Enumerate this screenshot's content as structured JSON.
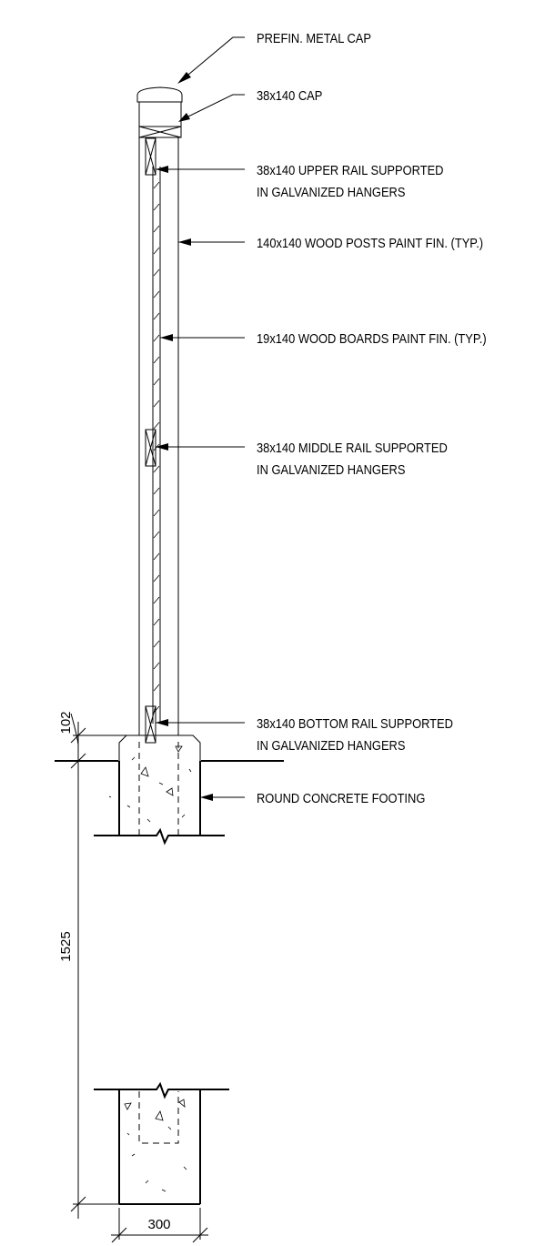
{
  "title": "",
  "callouts": {
    "metal_cap": "PREFIN. METAL CAP",
    "wood_cap": "38x140 CAP",
    "upper_rail_1": "38x140 UPPER RAIL SUPPORTED",
    "upper_rail_2": "IN GALVANIZED HANGERS",
    "posts": "140x140 WOOD POSTS PAINT FIN. (TYP.)",
    "boards": "19x140 WOOD BOARDS PAINT FIN. (TYP.)",
    "middle_rail_1": "38x140 MIDDLE RAIL SUPPORTED",
    "middle_rail_2": "IN GALVANIZED HANGERS",
    "bottom_rail_1": "38x140 BOTTOM RAIL SUPPORTED",
    "bottom_rail_2": "IN GALVANIZED HANGERS",
    "footing": "ROUND CONCRETE FOOTING"
  },
  "dimensions": {
    "above_grade": "102",
    "depth": "1525",
    "width": "300"
  }
}
